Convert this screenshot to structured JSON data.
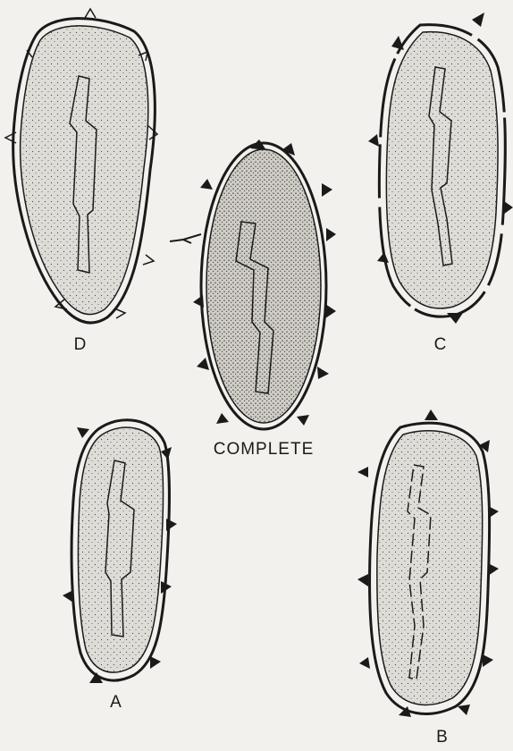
{
  "labels": {
    "cell_complete": "COMPLETE",
    "cell_a": "A",
    "cell_b": "B",
    "cell_c": "C",
    "cell_d": "D"
  },
  "colors": {
    "background": "#f2f1ee",
    "ink": "#1a1a1a",
    "cell_fill": "#d9d7d1",
    "stipple": "#333333"
  }
}
